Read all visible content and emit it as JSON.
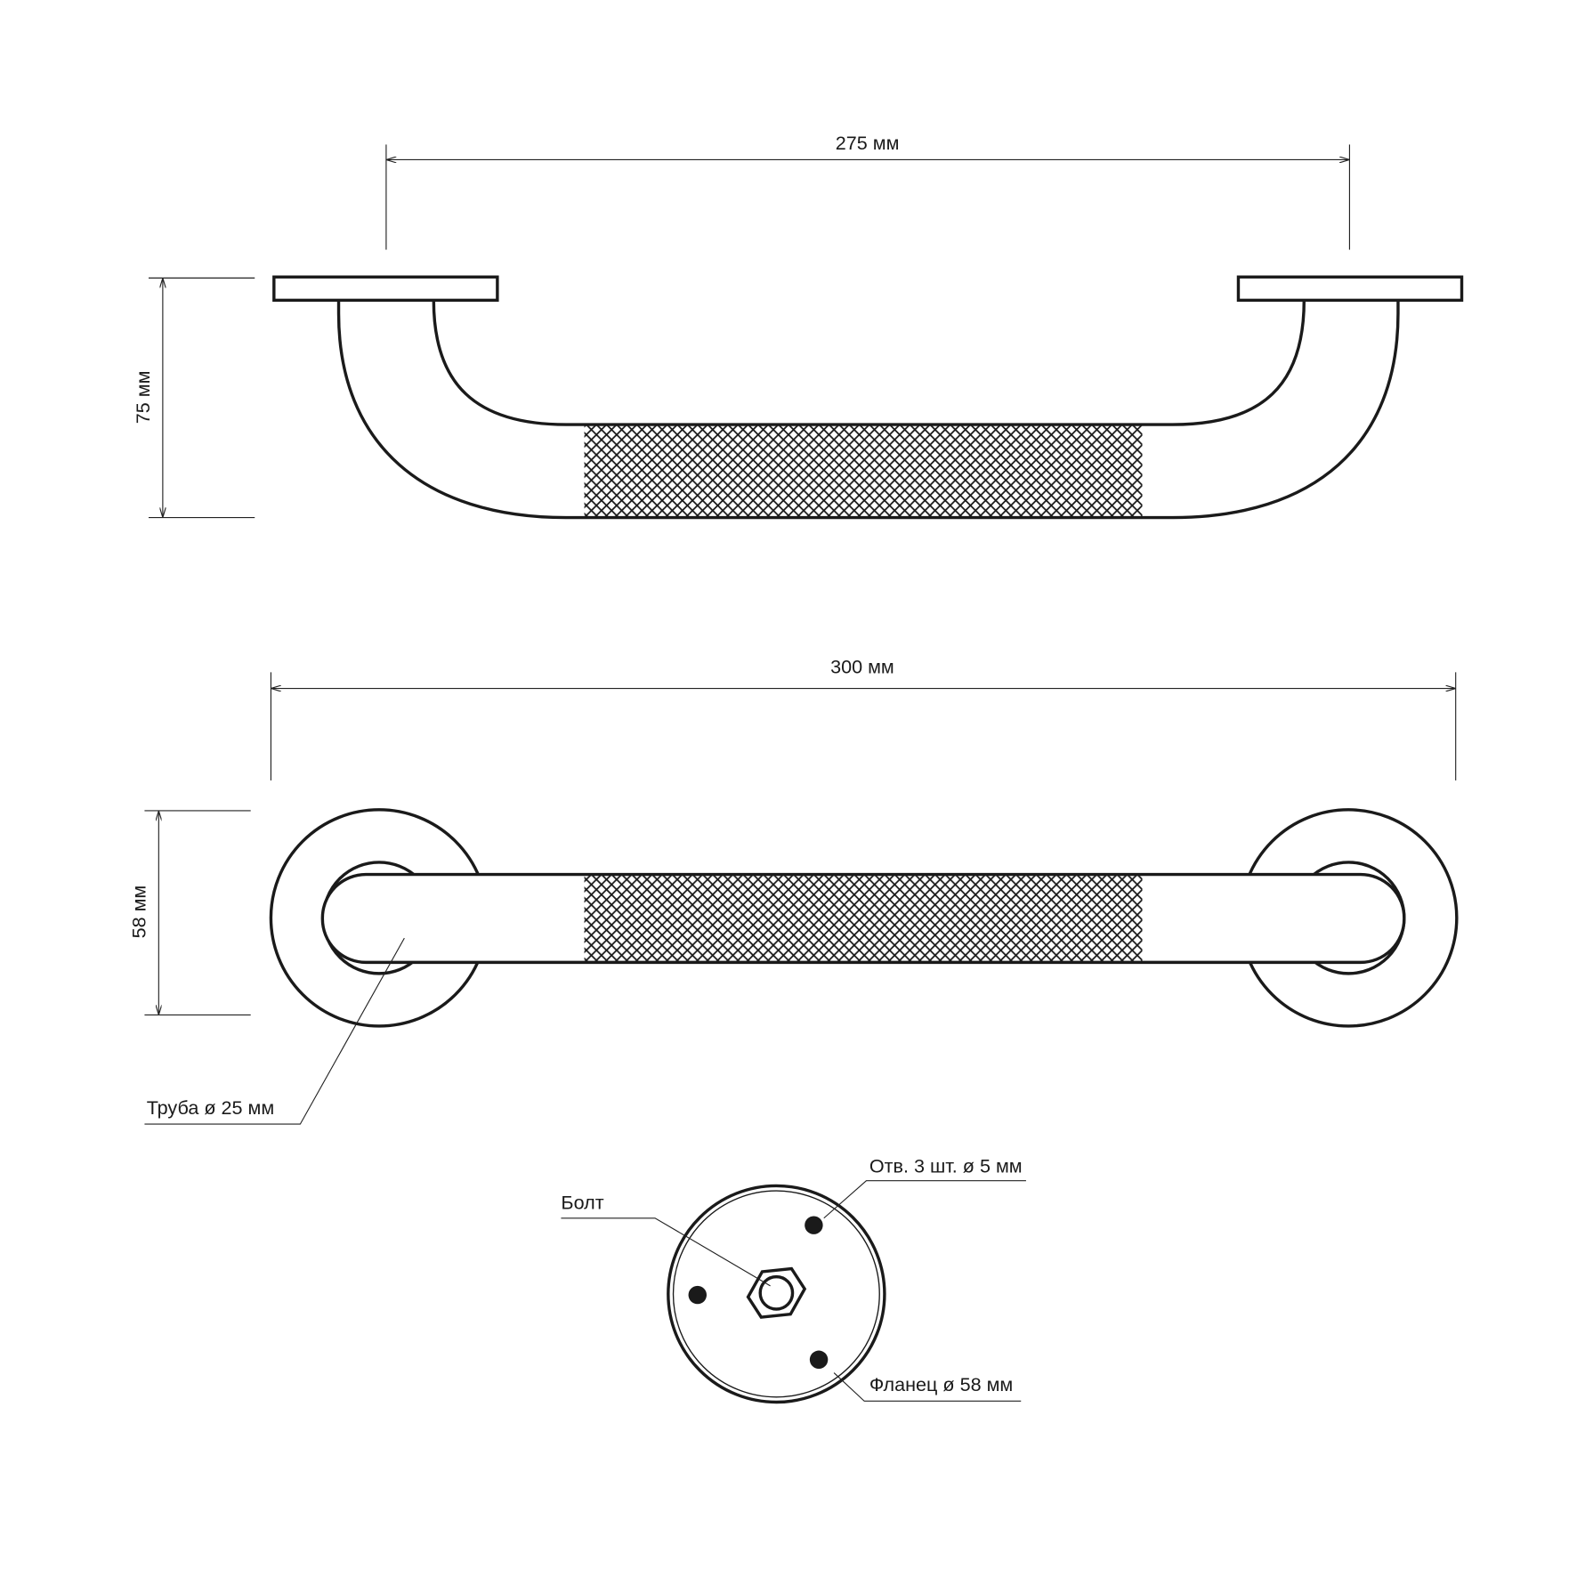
{
  "dimensions": {
    "mount_distance": "275 мм",
    "projection": "75 мм",
    "total_length": "300 мм",
    "flange_height": "58 мм"
  },
  "labels": {
    "tube": "Труба ø 25 мм",
    "bolt": "Болт",
    "holes": "Отв. 3 шт. ø 5 мм",
    "flange": "Фланец ø 58 мм"
  },
  "colors": {
    "line": "#1a1a1a",
    "background": "#ffffff"
  }
}
